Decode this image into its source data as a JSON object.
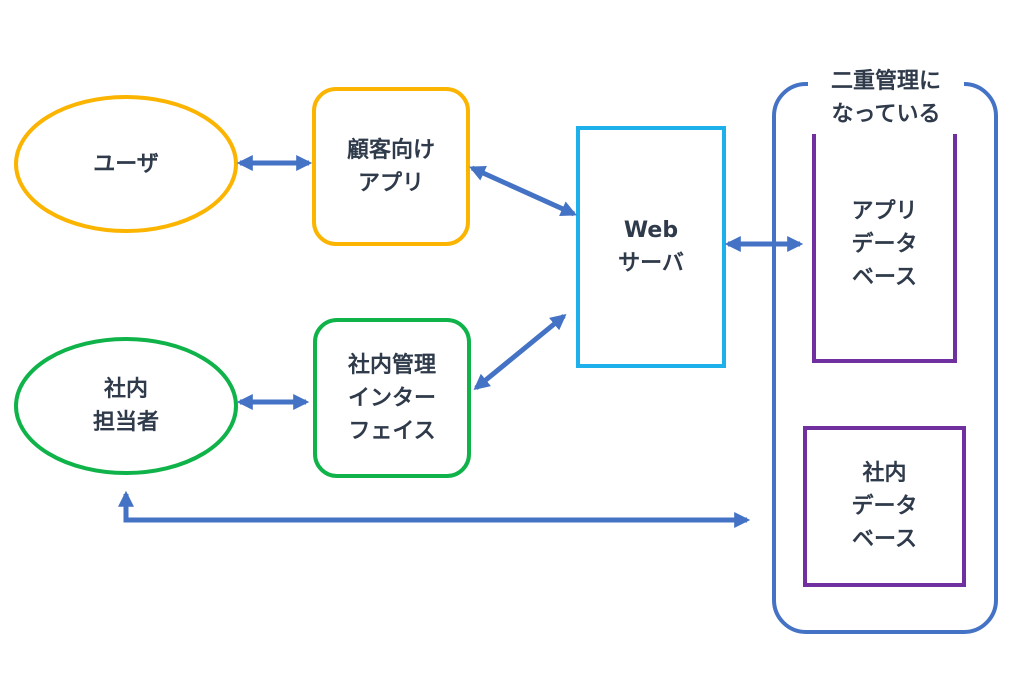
{
  "colors": {
    "user": "#fbb400",
    "staff": "#10b34a",
    "server": "#1eb0ea",
    "database": "#7030a0",
    "group": "#4472c4",
    "arrow": "#4472c4",
    "text": "#2f3a4a"
  },
  "nodes": {
    "user": {
      "lines": [
        "ユーザ"
      ]
    },
    "customer_app": {
      "lines": [
        "顧客向け",
        "アプリ"
      ]
    },
    "staff": {
      "lines": [
        "社内",
        "担当者"
      ]
    },
    "admin_interface": {
      "lines": [
        "社内管理",
        "インター",
        "フェイス"
      ]
    },
    "web_server": {
      "lines": [
        "Web",
        "サーバ"
      ]
    },
    "app_database": {
      "lines": [
        "アプリ",
        "データ",
        "ベース"
      ]
    },
    "internal_database": {
      "lines": [
        "社内",
        "データ",
        "ベース"
      ]
    }
  },
  "group": {
    "lines": [
      "二重管理に",
      "なっている"
    ]
  }
}
